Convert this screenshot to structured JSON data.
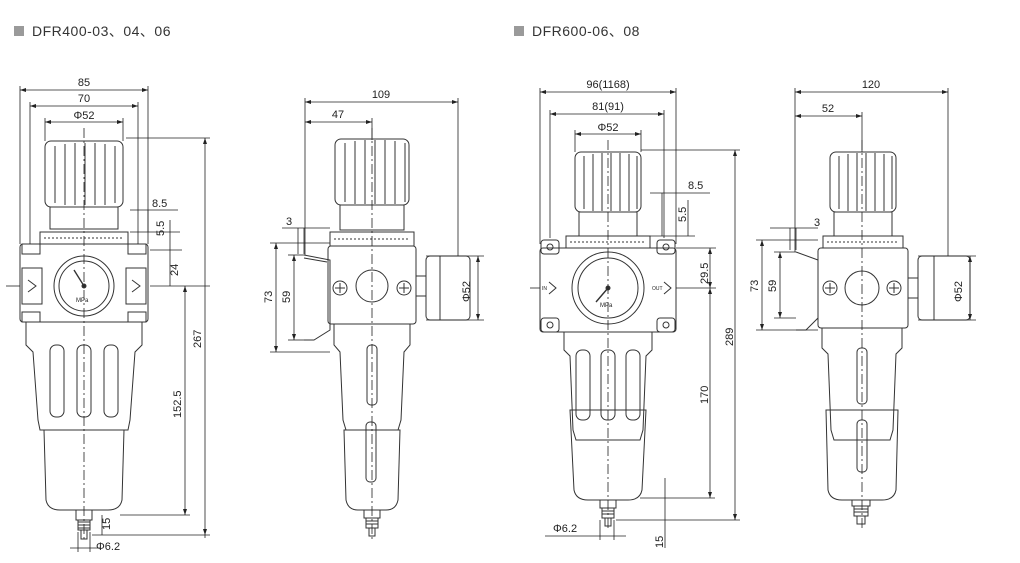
{
  "sections": [
    {
      "title": "DFR400-03、04、06"
    },
    {
      "title": "DFR600-06、08"
    }
  ],
  "dims": {
    "d85": "85",
    "d70": "70",
    "d52a": "Φ52",
    "d8_5a": "8.5",
    "d5_5a": "5.5",
    "d24": "24",
    "d267": "267",
    "d152_5": "152.5",
    "d15a": "15",
    "d6_2a": "Φ6.2",
    "d109": "109",
    "d47": "47",
    "d3a": "3",
    "d73a": "73",
    "d59a": "59",
    "d52b": "Φ52",
    "d96": "96(1168)",
    "d81": "81(91)",
    "d52c": "Φ52",
    "d8_5b": "8.5",
    "d5_5b": "5.5",
    "d29_5": "29.5",
    "d289": "289",
    "d170": "170",
    "d6_2b": "Φ6.2",
    "d15b": "15",
    "d120": "120",
    "d52d": "52",
    "d3b": "3",
    "d73b": "73",
    "d59b": "59",
    "d52e": "Φ52"
  },
  "labels": {
    "mpa_a": "MPa",
    "mpa_b": "MPa",
    "in_port": "IN",
    "out_port": "OUT"
  },
  "colors": {
    "line": "#333333",
    "dim": "#222222",
    "title_marker": "#9a9a9a"
  }
}
